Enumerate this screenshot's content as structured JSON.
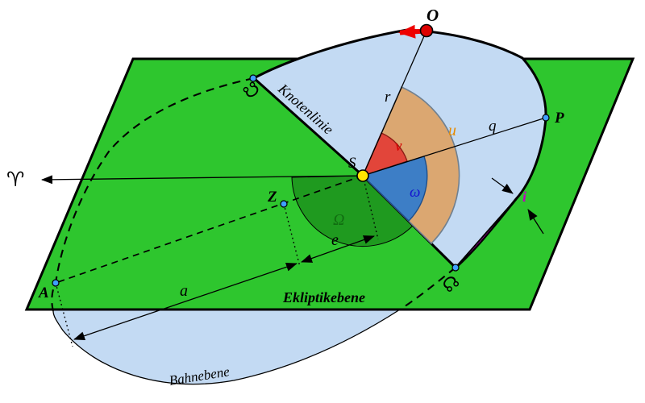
{
  "diagram": {
    "points": {
      "object": "O",
      "sun": "S",
      "perihelion": "P",
      "aphelion": "A",
      "center": "Z"
    },
    "measures": {
      "radius": "r",
      "node_distance": "q",
      "semi_major_axis": "a",
      "linear_eccentricity": "e"
    },
    "angles": {
      "true_anomaly": "ν",
      "argument_of_periapsis": "ω",
      "argument_of_latitude": "u",
      "longitude_of_ascending_node": "Ω",
      "inclination": "i"
    },
    "planes": {
      "ecliptic_label": "Ekliptikebene",
      "orbital_label": "Bahnebene",
      "node_line_label": "Knotenlinie"
    },
    "symbols": {
      "vernal_equinox": "♈",
      "ascending_node": "☊",
      "descending_node": "☋"
    }
  },
  "colors": {
    "ecliptic_green": "#2ec62e",
    "node_sector_green": "#1f9a1f",
    "orbital_blue": "#c3daf3",
    "sector_tan": "#dba771",
    "sector_red": "#e2453a",
    "sector_blue": "#3d7ec6",
    "inclination_magenta": "#bf00bf",
    "sun_yellow": "#ffe600",
    "object_red": "#dd0000",
    "node_dot_blue": "#3fa0ff",
    "velocity_arrow_red": "#ee0000",
    "label_u_orange": "#e68a00",
    "label_nu_red": "#d40000",
    "label_omega_blue": "#1515d0",
    "label_Omega_green": "#116e11",
    "outline_black": "#000000"
  }
}
